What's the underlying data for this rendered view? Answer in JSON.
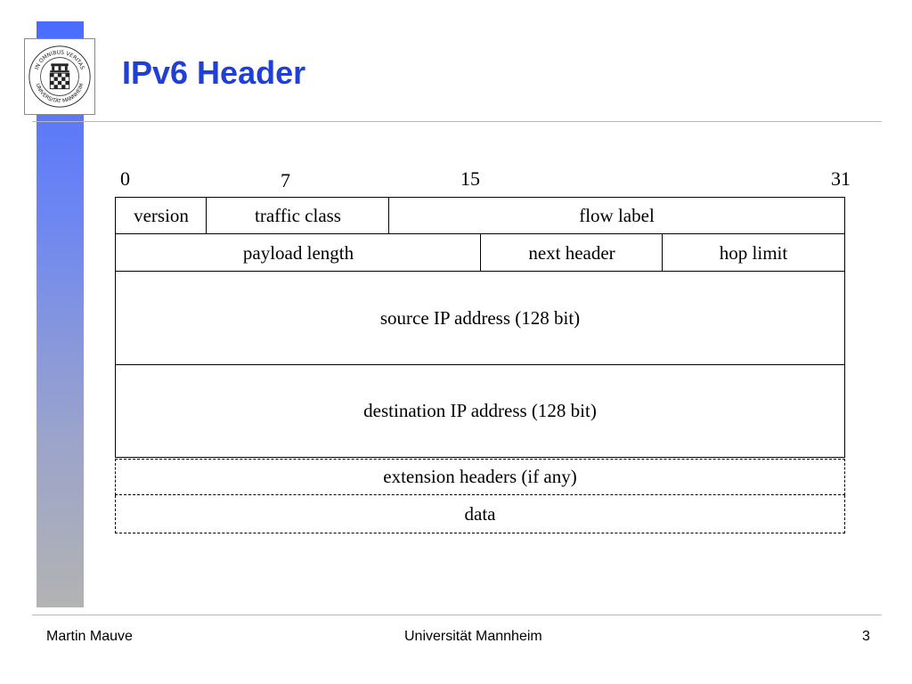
{
  "slide": {
    "title": "IPv6 Header",
    "logo_text_top": "IN OMNIBUS VERITAS",
    "logo_text_bottom": "UNIVERSITÄT MANNHEIM"
  },
  "diagram": {
    "bit_positions": [
      "0",
      "7",
      "15",
      "31"
    ],
    "fields": {
      "version": "version",
      "traffic_class": "traffic class",
      "flow_label": "flow label",
      "payload_length": "payload length",
      "next_header": "next header",
      "hop_limit": "hop limit",
      "source_address": "source IP address (128 bit)",
      "destination_address": "destination IP address (128 bit)",
      "extension_headers": "extension headers (if any)",
      "data": "data"
    }
  },
  "footer": {
    "author": "Martin Mauve",
    "institution": "Universität Mannheim",
    "page_number": "3"
  }
}
